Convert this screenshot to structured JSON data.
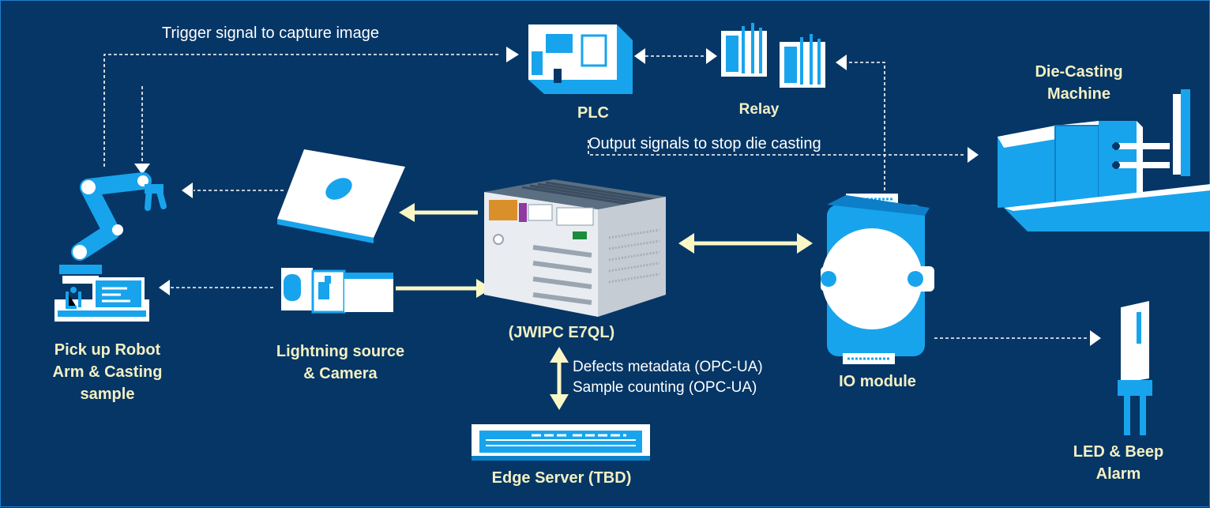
{
  "diagram": {
    "nodes": {
      "plc": {
        "label": "PLC",
        "icon": "plc-icon"
      },
      "relay": {
        "label": "Relay",
        "icon": "relay-icon"
      },
      "die_casting": {
        "label": "Die-Casting\nMachine",
        "icon": "die-casting-machine-icon"
      },
      "robot": {
        "label": "Pick up Robot\nArm & Casting\nsample",
        "icon": "robot-arm-icon"
      },
      "plate": {
        "icon": "casting-sample-plate-icon"
      },
      "camera": {
        "label": "Lightning source\n& Camera",
        "icon": "camera-icon"
      },
      "ipc": {
        "label": "(JWIPC E7QL)",
        "icon": "industrial-pc-icon"
      },
      "io_module": {
        "label": "IO module",
        "icon": "io-module-icon"
      },
      "led_alarm": {
        "label": "LED & Beep\nAlarm",
        "icon": "led-beep-alarm-icon"
      },
      "edge_server": {
        "label": "Edge Server (TBD)",
        "icon": "edge-server-icon"
      }
    },
    "annotations": {
      "trigger": "Trigger signal to capture image",
      "output": "Output signals to stop die casting",
      "edge_link": "Defects metadata (OPC-UA)\nSample counting (OPC-UA)"
    },
    "colors": {
      "background": "#053666",
      "icon_fill": "#18a4ec",
      "icon_white": "#ffffff",
      "label_text": "#f3f0c2",
      "arrow_solid": "#fbf7c5",
      "arrow_dashed": "#ffffff"
    }
  }
}
